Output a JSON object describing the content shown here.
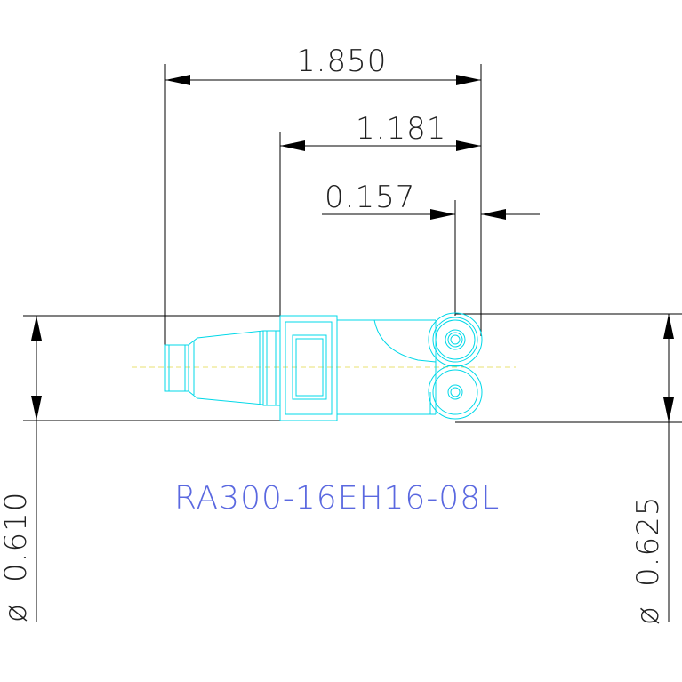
{
  "drawing": {
    "part_number": "RA300-16EH16-08L",
    "part_number_color": "#5a68e0",
    "part_color": "#00d8e8",
    "center_line_color": "#e8e070",
    "dimension_color": "#000000",
    "dimensions": {
      "overall_length": "1.850",
      "body_length": "1.181",
      "offset": "0.157",
      "left_diameter_symbol": "ø",
      "left_diameter_value": "0.610",
      "right_diameter_symbol": "ø",
      "right_diameter_value": "0.625"
    }
  }
}
